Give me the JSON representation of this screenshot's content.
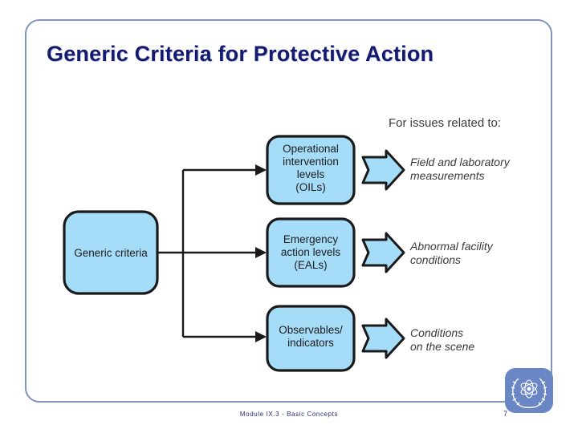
{
  "slide": {
    "title": "Generic Criteria for Protective Action",
    "title_color": "#141b6e",
    "frame_color": "#8096b8",
    "background": "#ffffff"
  },
  "diagram": {
    "heading": "For issues related to:",
    "source_box": {
      "label": "Generic criteria",
      "fill": "#a5dcf7",
      "stroke": "#1a1a1a"
    },
    "branches": [
      {
        "box_lines": [
          "Operational",
          "intervention",
          "levels",
          "(OILs)"
        ],
        "arrow_name": "block-arrow-right",
        "output_lines": [
          "Field and laboratory",
          "measurements"
        ]
      },
      {
        "box_lines": [
          "Emergency",
          "action levels",
          "(EALs)"
        ],
        "arrow_name": "block-arrow-right",
        "output_lines": [
          "Abnormal facility",
          "conditions"
        ]
      },
      {
        "box_lines": [
          "Observables/",
          "indicators"
        ],
        "arrow_name": "block-arrow-right",
        "output_lines": [
          "Conditions",
          "on the scene"
        ]
      }
    ],
    "colors": {
      "box_fill": "#a5dcf7",
      "box_stroke": "#1a1a1a",
      "arrow_fill": "#a5dcf7",
      "arrow_stroke": "#1a1a1a",
      "connector": "#1a1a1a"
    }
  },
  "footer": {
    "text": "Module IX.3 - Basic Concepts",
    "page_number": "7",
    "color": "#2b2b7a"
  },
  "logo": {
    "name": "iaea-logo",
    "color": "#6b86c4"
  }
}
